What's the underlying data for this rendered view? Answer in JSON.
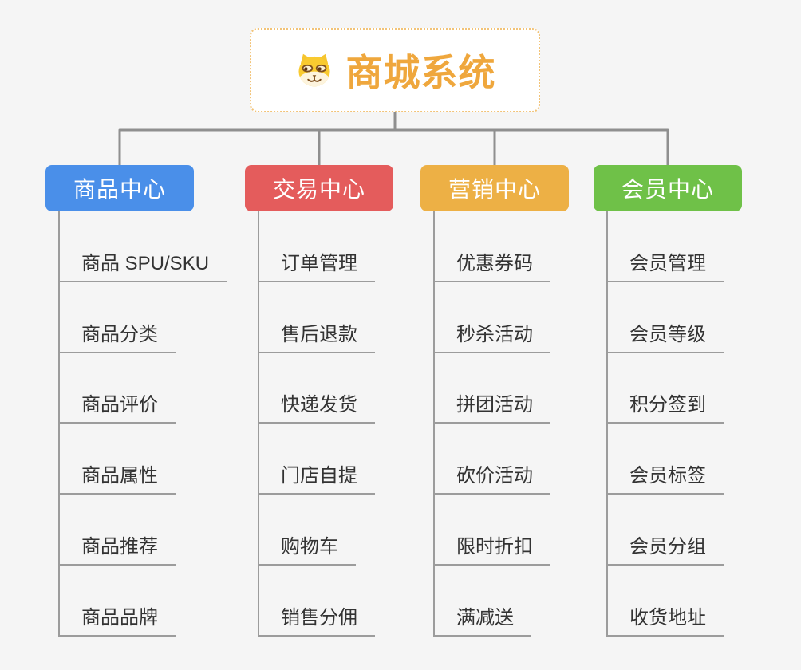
{
  "diagram": {
    "root": {
      "title": "商城系统",
      "icon": "dog-face-icon"
    },
    "branches": [
      {
        "label": "商品中心",
        "color": "#4a8fe9",
        "children": [
          "商品 SPU/SKU",
          "商品分类",
          "商品评价",
          "商品属性",
          "商品推荐",
          "商品品牌"
        ]
      },
      {
        "label": "交易中心",
        "color": "#e45c5c",
        "children": [
          "订单管理",
          "售后退款",
          "快递发货",
          "门店自提",
          "购物车",
          "销售分佣"
        ]
      },
      {
        "label": "营销中心",
        "color": "#edb045",
        "children": [
          "优惠券码",
          "秒杀活动",
          "拼团活动",
          "砍价活动",
          "限时折扣",
          "满减送"
        ]
      },
      {
        "label": "会员中心",
        "color": "#6fc148",
        "children": [
          "会员管理",
          "会员等级",
          "积分签到",
          "会员标签",
          "会员分组",
          "收货地址"
        ]
      }
    ],
    "colors": {
      "background": "#f5f5f5",
      "connector": "#8f8f8f",
      "underline": "#9c9c9c",
      "root_text": "#efa73d",
      "root_border": "#f2c377",
      "child_text": "#333333"
    }
  }
}
